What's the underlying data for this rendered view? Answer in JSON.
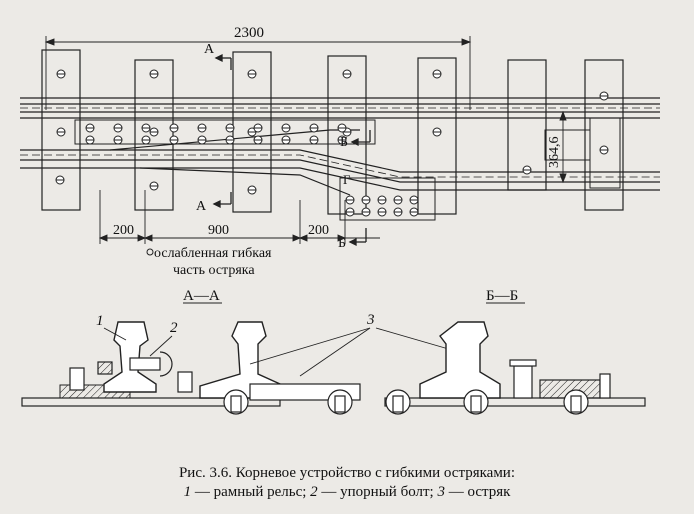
{
  "plan": {
    "dims": {
      "d2300": "2300",
      "d200_left": "200",
      "d900": "900",
      "d200_right": "200",
      "d364": "364,6",
      "gamma": "Г"
    },
    "sections": {
      "a_top": "А",
      "a_bottom": "А",
      "b_top": "Б",
      "b_bottom": "Б"
    },
    "zone_label_line1": "ослабленная гибкая",
    "zone_label_line2": "часть остряка"
  },
  "section_views": {
    "a_title": "А—А",
    "b_title": "Б—Б",
    "callout_1": "1",
    "callout_2": "2",
    "callout_3": "3"
  },
  "caption": {
    "line1": "Рис. 3.6. Корневое устройство с гибкими остряками:",
    "line2_n1": "1",
    "line2_t1": " — рамный рельс; ",
    "line2_n2": "2",
    "line2_t2": " — упорный болт; ",
    "line2_n3": "3",
    "line2_t3": " — остряк"
  }
}
